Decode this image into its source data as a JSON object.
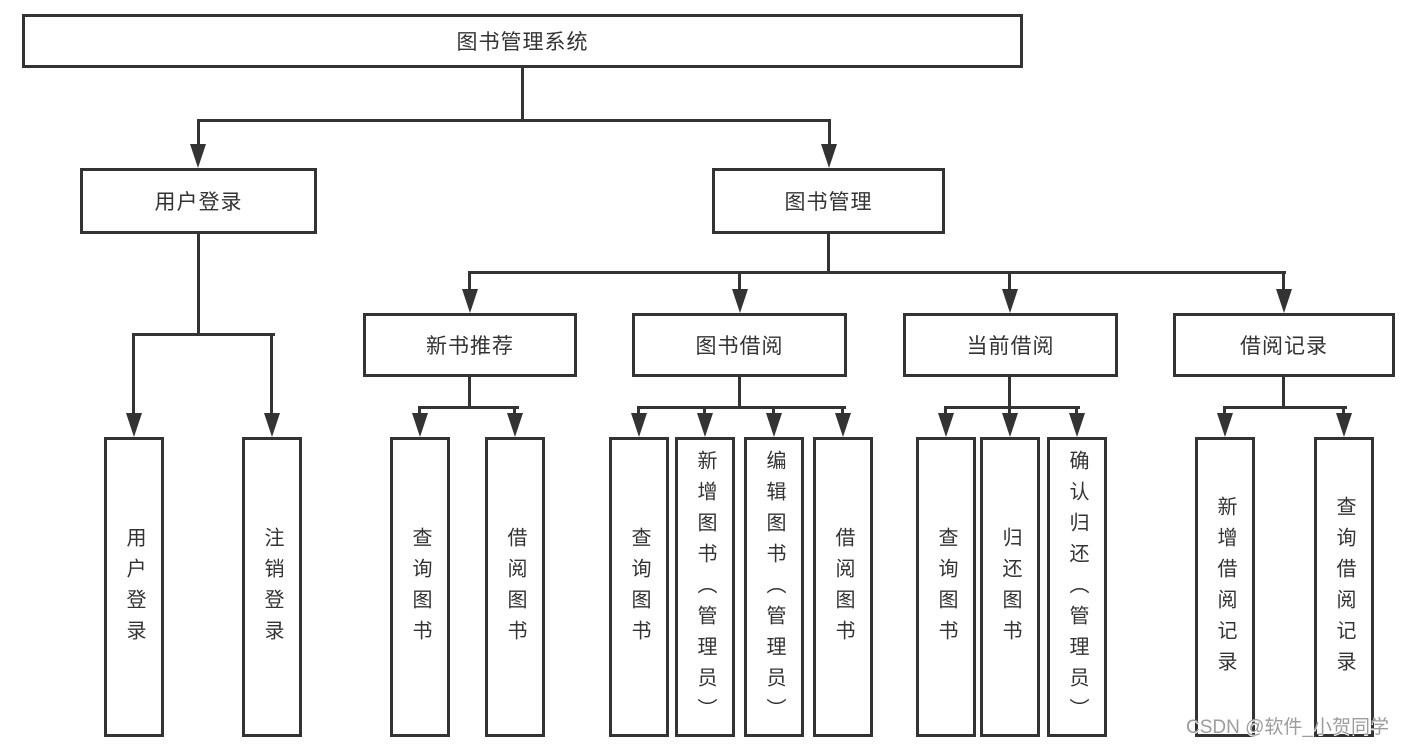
{
  "tree": {
    "root": {
      "label": "图书管理系统"
    },
    "branches": [
      {
        "label": "用户登录",
        "children": [
          {
            "label": "用户登录"
          },
          {
            "label": "注销登录"
          }
        ]
      },
      {
        "label": "图书管理",
        "groups": [
          {
            "label": "新书推荐",
            "children": [
              {
                "label": "查询图书"
              },
              {
                "label": "借阅图书"
              }
            ]
          },
          {
            "label": "图书借阅",
            "children": [
              {
                "label": "查询图书"
              },
              {
                "label": "新增图书（管理员）"
              },
              {
                "label": "编辑图书（管理员）"
              },
              {
                "label": "借阅图书"
              }
            ]
          },
          {
            "label": "当前借阅",
            "children": [
              {
                "label": "查询图书"
              },
              {
                "label": "归还图书"
              },
              {
                "label": "确认归还（管理员）"
              }
            ]
          },
          {
            "label": "借阅记录",
            "children": [
              {
                "label": "新增借阅记录"
              },
              {
                "label": "查询借阅记录"
              }
            ]
          }
        ]
      }
    ]
  },
  "watermark": "CSDN @软件_小贺同学",
  "colors": {
    "line": "#333333",
    "text": "#333333",
    "box_background": "#ffffff",
    "watermark_text": "#9c9c9c"
  }
}
